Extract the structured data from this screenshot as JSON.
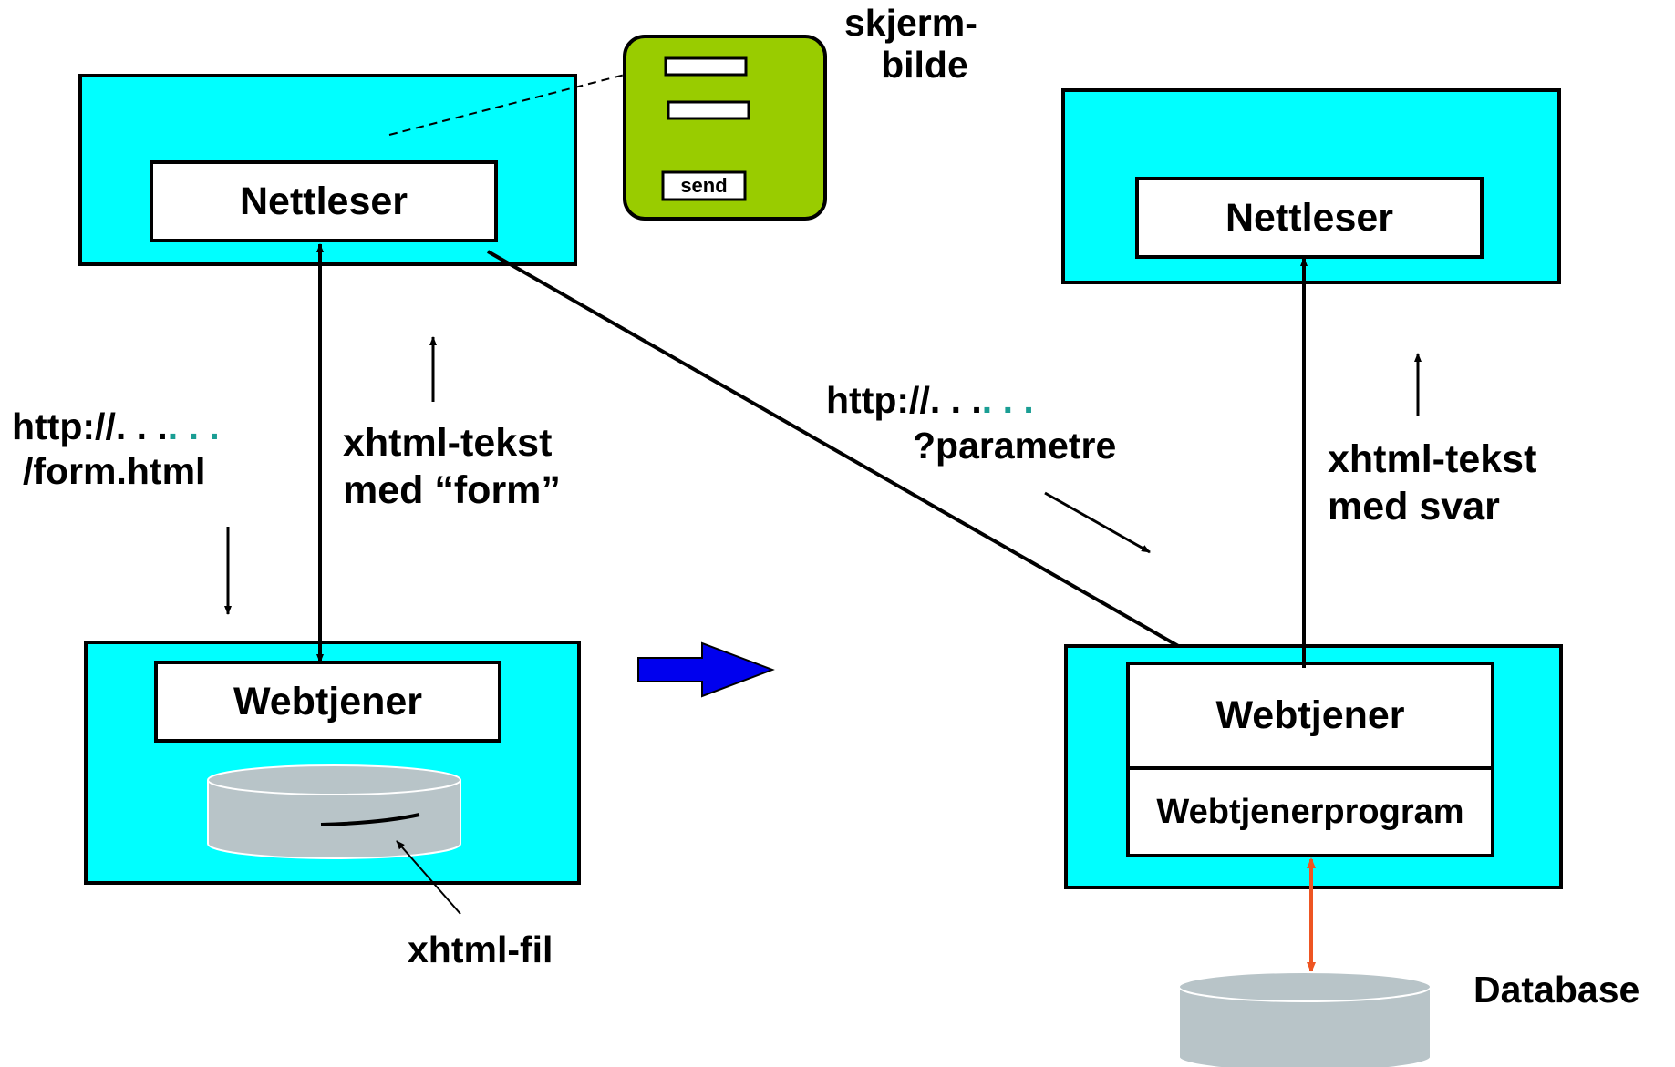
{
  "left": {
    "browser_label": "Nettleser",
    "server_label": "Webtjener",
    "request_url_line1_main": "http://. . .",
    "request_url_line1_dots": ". . .",
    "request_url_line2": "/form.html",
    "response_line1": "xhtml-tekst",
    "response_line2": "med “form”",
    "file_label": "xhtml-fil"
  },
  "screen": {
    "title_line1": "skjerm-",
    "title_line2": "bilde",
    "send_label": "send"
  },
  "middle": {
    "request_url_line1_main": "http://. . .",
    "request_url_line1_dots": ". . .",
    "request_url_line2": "?parametre"
  },
  "right": {
    "browser_label": "Nettleser",
    "server_label": "Webtjener",
    "program_label": "Webtjenerprogram",
    "response_line1": "xhtml-tekst",
    "response_line2": "med svar",
    "database_label": "Database"
  },
  "colors": {
    "machine_fill": "#00ffff",
    "screen_fill": "#99cc00",
    "disk_fill": "#b8c4c8",
    "transition_arrow": "#0000ee",
    "db_link": "#ee5522"
  }
}
